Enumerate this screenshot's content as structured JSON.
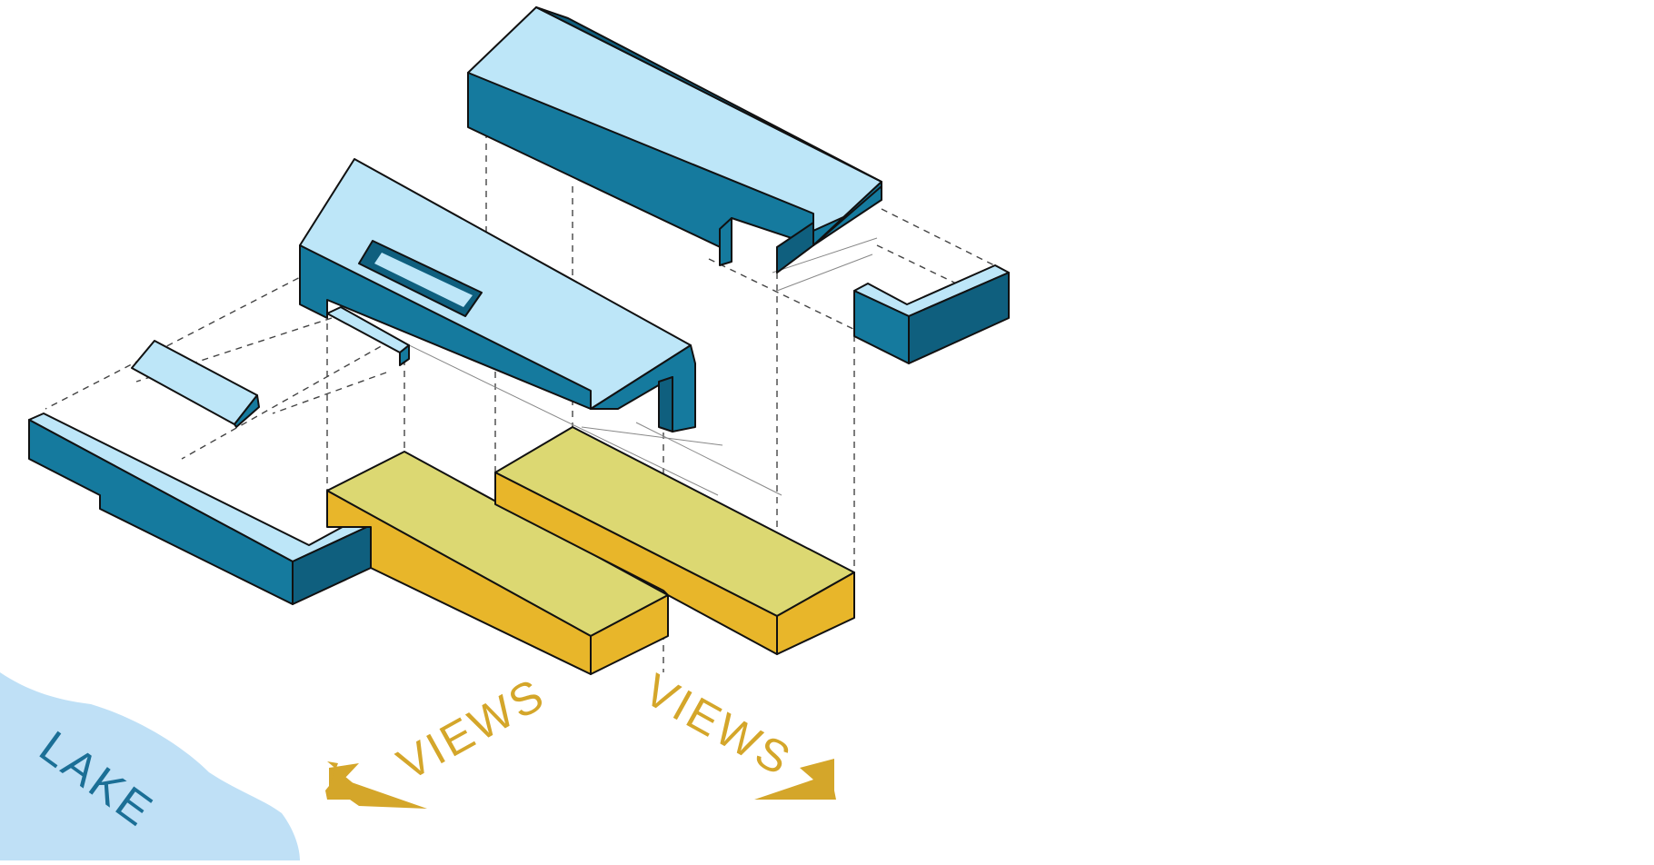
{
  "diagram": {
    "labels": {
      "lake": "LAKE",
      "views_left": "VIEWS",
      "views_right": "VIEWS"
    },
    "colors": {
      "lake_fill": "#bfe0f6",
      "lake_text": "#1b6f96",
      "roof_light": "#bde6f8",
      "wall_dark": "#157a9e",
      "wall_shadow": "#0f5f7e",
      "base_top": "#dcd872",
      "base_side": "#e8b62a",
      "views_text": "#d4a62a",
      "arrow": "#d4a62a"
    }
  }
}
